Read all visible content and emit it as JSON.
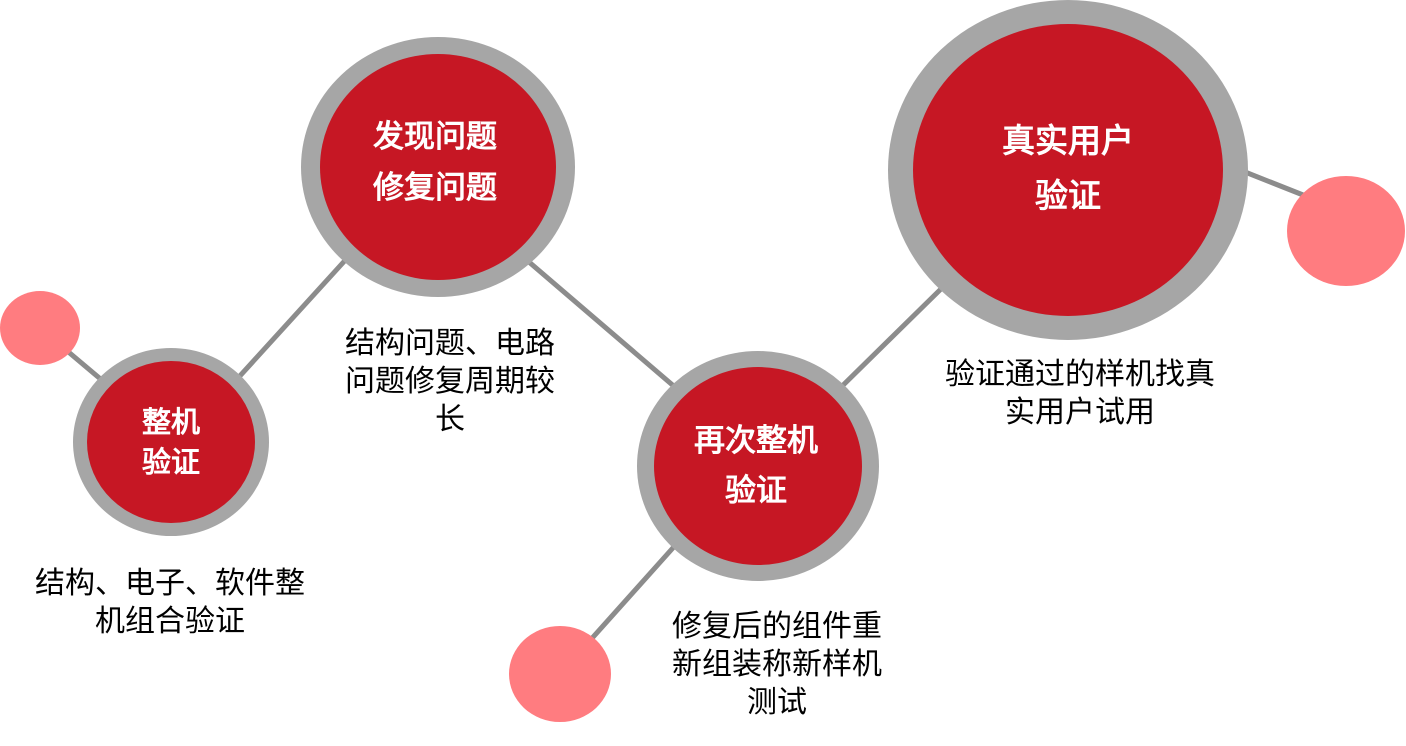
{
  "colors": {
    "ring": "#a6a6a6",
    "node_fill": "#c61724",
    "accent_dot": "#ff7c80",
    "connector": "#8c8c8c"
  },
  "nodes": [
    {
      "id": "machine-verify",
      "lines": [
        "整机",
        "验证"
      ]
    },
    {
      "id": "find-fix",
      "lines": [
        "发现问题",
        "修复问题"
      ]
    },
    {
      "id": "re-verify",
      "lines": [
        "再次整机",
        "验证"
      ]
    },
    {
      "id": "user-verify",
      "lines": [
        "真实用户",
        "验证"
      ]
    }
  ],
  "descriptions": [
    {
      "id": "machine-verify",
      "lines": [
        "结构、电子、软件整",
        "机组合验证"
      ]
    },
    {
      "id": "find-fix",
      "lines": [
        "结构问题、电路",
        "问题修复周期较",
        "长"
      ]
    },
    {
      "id": "re-verify",
      "lines": [
        "修复后的组件重",
        "新组装称新样机",
        "测试"
      ]
    },
    {
      "id": "user-verify",
      "lines": [
        "验证通过的样机找真",
        "实用户试用"
      ]
    }
  ]
}
